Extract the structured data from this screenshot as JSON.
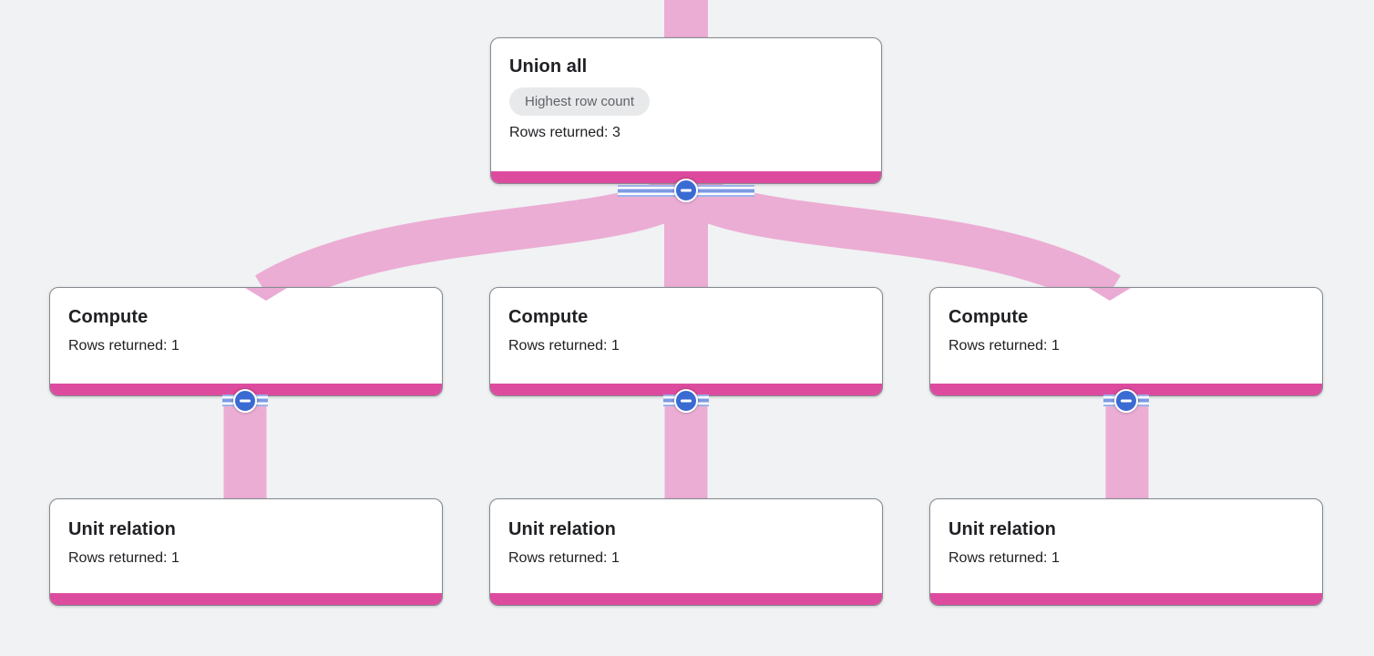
{
  "graph": {
    "kind": "query-execution-graph",
    "background_color": "#f0f2f3",
    "edge_color": "#ebadd4",
    "stage_bar_color": "#dd4b9e",
    "collapse_button_color": "#3a6bd3",
    "badge_bg_color": "#e8e9eb",
    "badge_text_color": "#5f6368",
    "collapse_icon": "minus-icon",
    "nodes": {
      "union_all": {
        "title": "Union all",
        "badge": "Highest row count",
        "rows": "Rows returned: 3",
        "rows_returned": 3
      },
      "compute_1": {
        "title": "Compute",
        "rows": "Rows returned: 1",
        "rows_returned": 1
      },
      "compute_2": {
        "title": "Compute",
        "rows": "Rows returned: 1",
        "rows_returned": 1
      },
      "compute_3": {
        "title": "Compute",
        "rows": "Rows returned: 1",
        "rows_returned": 1
      },
      "unit_relation_1": {
        "title": "Unit relation",
        "rows": "Rows returned: 1",
        "rows_returned": 1
      },
      "unit_relation_2": {
        "title": "Unit relation",
        "rows": "Rows returned: 1",
        "rows_returned": 1
      },
      "unit_relation_3": {
        "title": "Unit relation",
        "rows": "Rows returned: 1",
        "rows_returned": 1
      }
    },
    "edges": [
      {
        "from": "offscreen-parent",
        "to": "union_all"
      },
      {
        "from": "union_all",
        "to": "compute_1"
      },
      {
        "from": "union_all",
        "to": "compute_2"
      },
      {
        "from": "union_all",
        "to": "compute_3"
      },
      {
        "from": "compute_1",
        "to": "unit_relation_1"
      },
      {
        "from": "compute_2",
        "to": "unit_relation_2"
      },
      {
        "from": "compute_3",
        "to": "unit_relation_3"
      }
    ]
  }
}
